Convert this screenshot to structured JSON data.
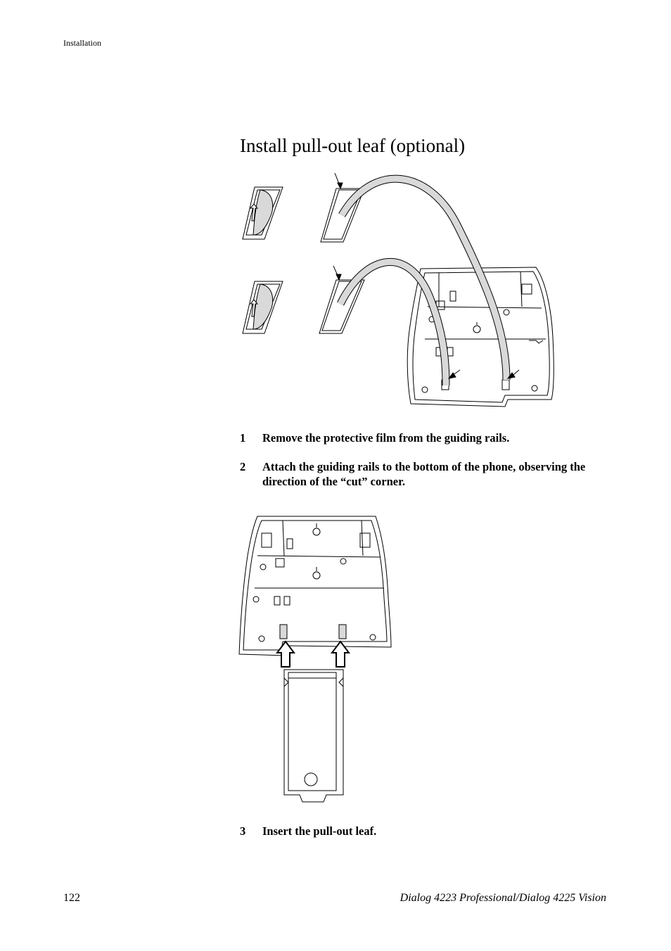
{
  "header": {
    "section": "Installation"
  },
  "title": "Install pull-out leaf (optional)",
  "steps": [
    {
      "number": "1",
      "text": "Remove the protective film from the guiding rails."
    },
    {
      "number": "2",
      "text": "Attach the guiding rails to the bottom of the phone, observing the direction of the “cut” corner."
    },
    {
      "number": "3",
      "text": "Insert the pull-out leaf."
    }
  ],
  "footer": {
    "page_number": "122",
    "doc_title": "Dialog 4223 Professional/Dialog 4225 Vision"
  },
  "figures": [
    {
      "id": "figure-1",
      "shows": [
        "guiding-rails",
        "phone-bottom"
      ]
    },
    {
      "id": "figure-2",
      "shows": [
        "phone-bottom",
        "pull-out-leaf",
        "insert-arrows"
      ]
    }
  ]
}
